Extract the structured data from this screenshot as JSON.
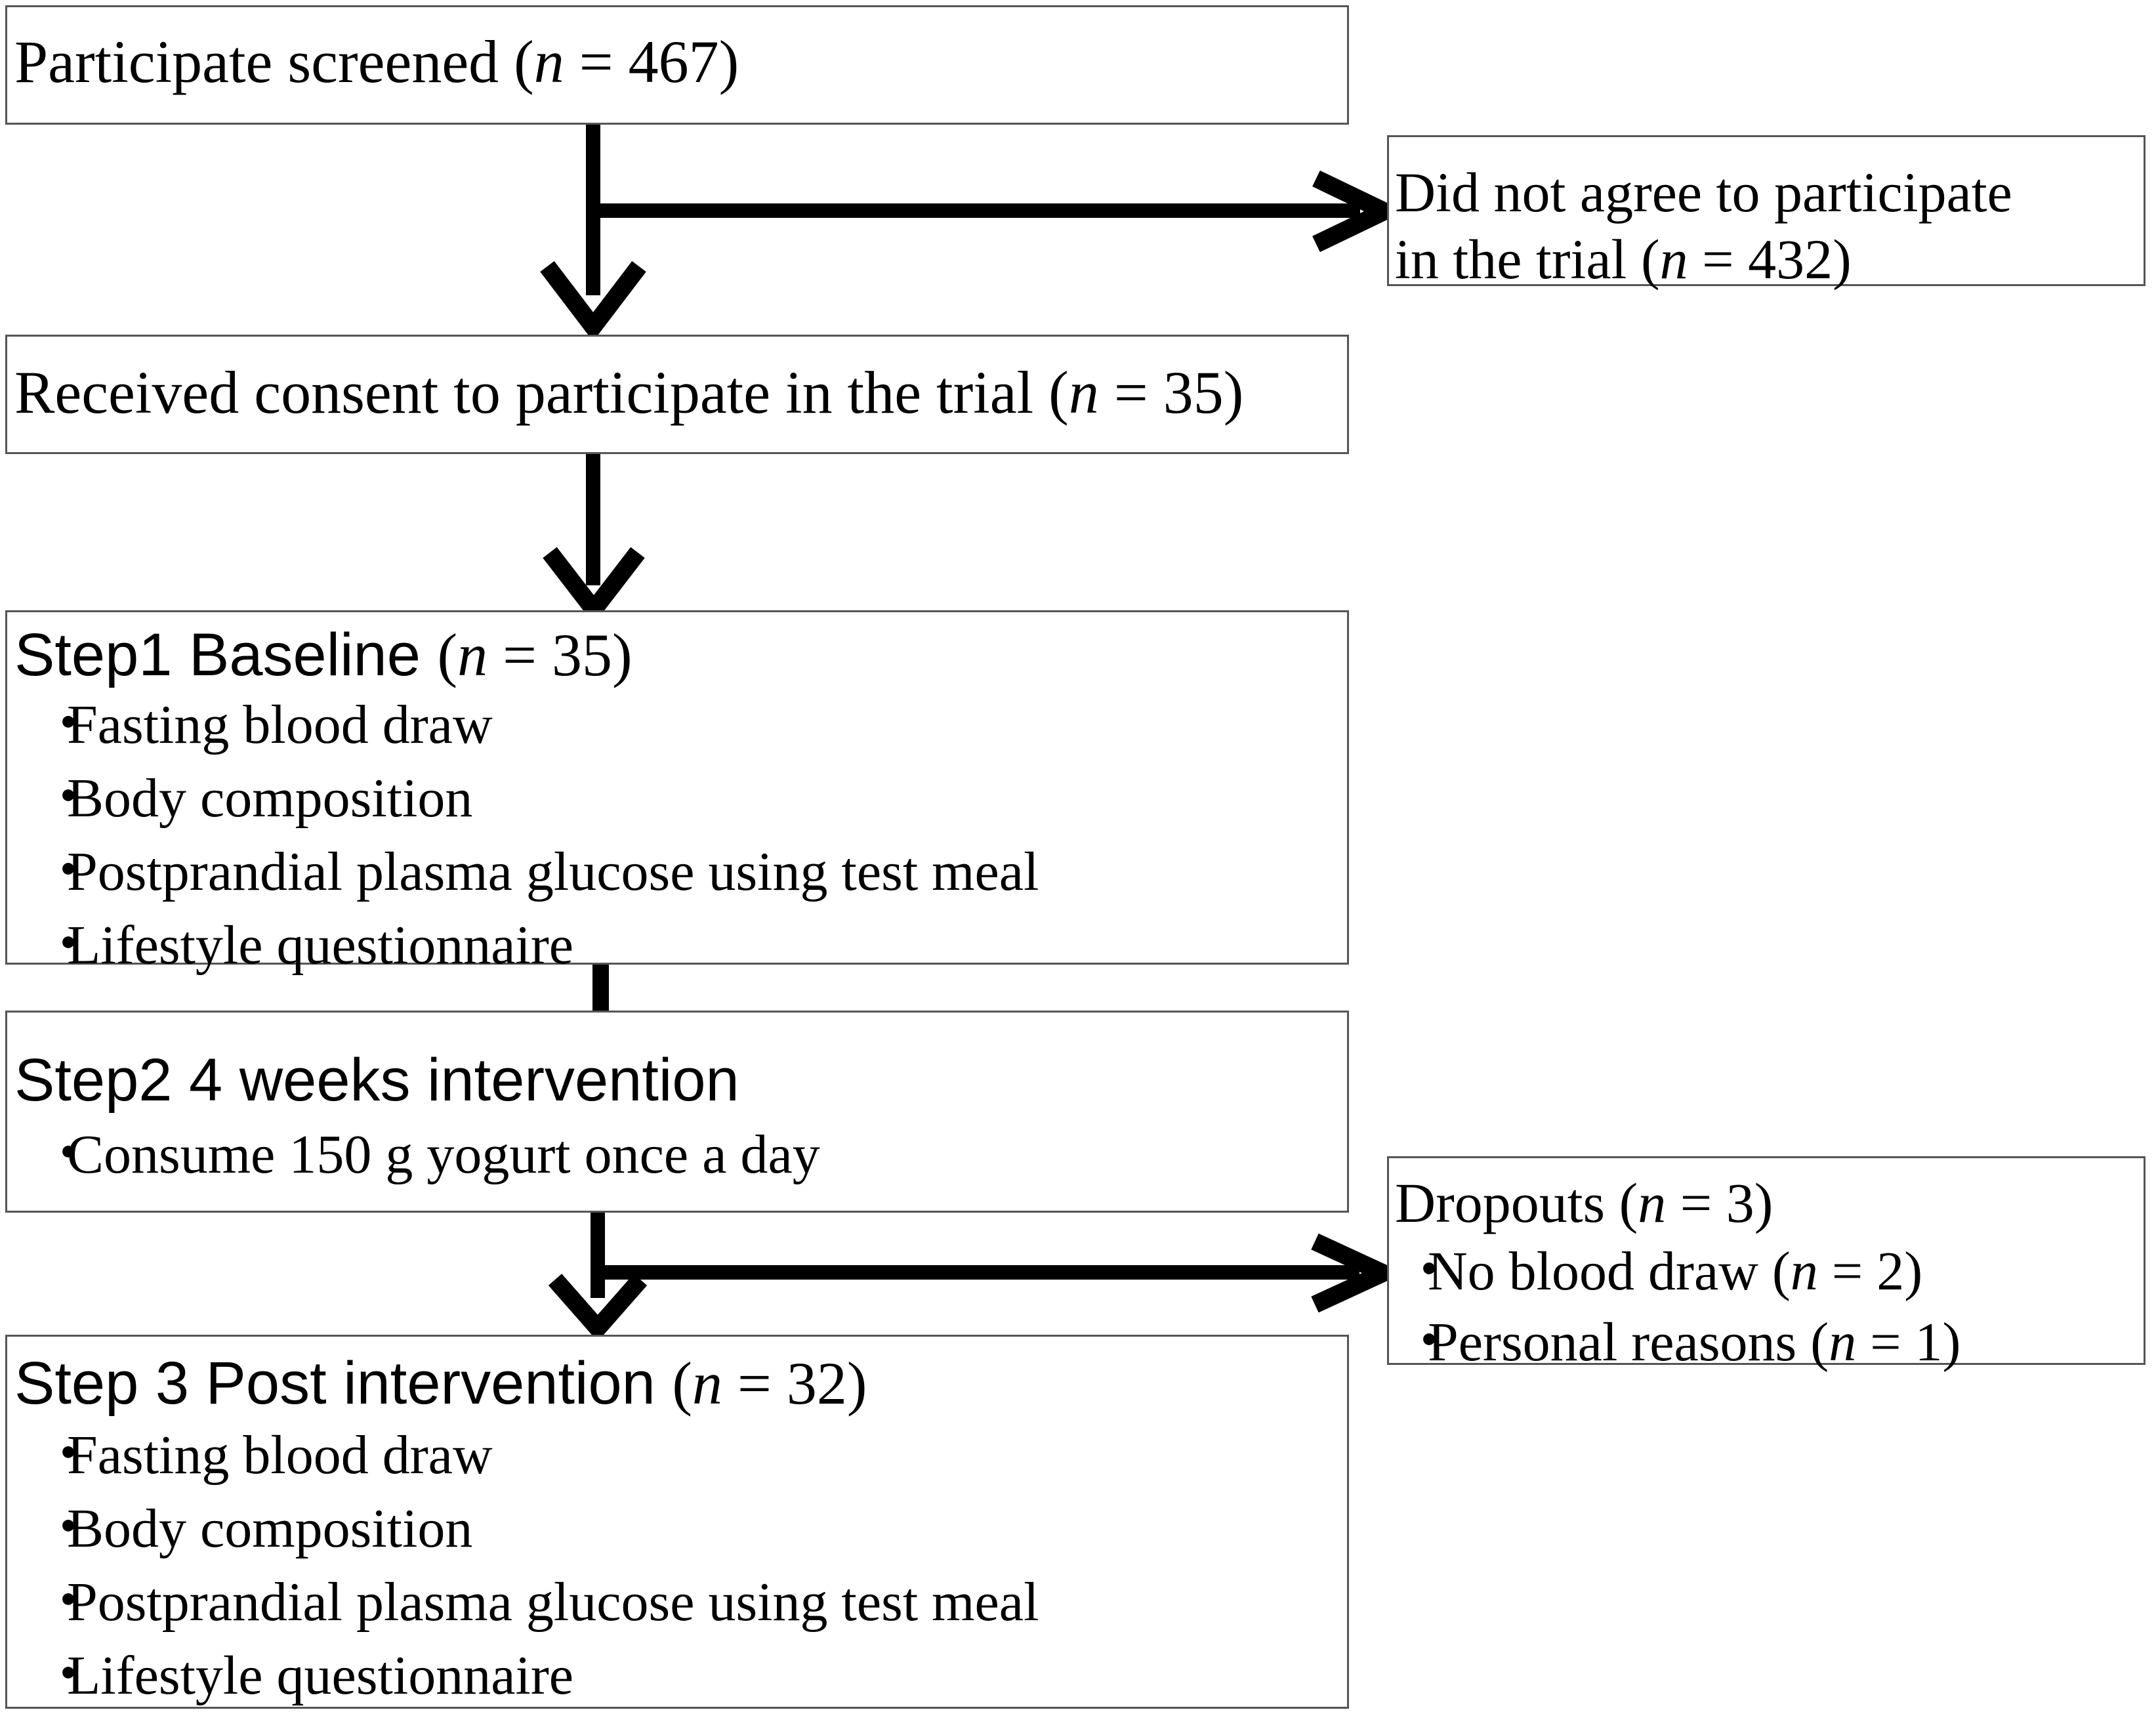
{
  "diagram": {
    "title": "Study participant flow diagram",
    "type": "flowchart",
    "boxes": {
      "screened": {
        "label_prefix": "Participate screened (",
        "label_n": "n",
        "label_eq": " = 467)",
        "full_text": "Participate screened (n = 467)"
      },
      "not_agree": {
        "line1": "Did not agree to participate",
        "line2_prefix": "in the trial (",
        "line2_n": "n",
        "line2_suffix": " = 432)",
        "full_text": "Did not agree to participate in the trial (n = 432)"
      },
      "consent": {
        "label_prefix": "Received consent to participate in the trial (",
        "label_n": "n",
        "label_suffix": " = 35)",
        "full_text": "Received consent to participate in the trial (n = 35)"
      },
      "step1": {
        "heading_sans": "Step1    Baseline ",
        "heading_paren_open": "(",
        "heading_n": "n",
        "heading_suffix": " = 35)",
        "full_heading": "Step1   Baseline (n = 35)",
        "bullets": [
          "Fasting blood draw",
          "Body composition",
          "Postprandial plasma glucose using test meal",
          "Lifestyle questionnaire"
        ]
      },
      "step2": {
        "heading_sans": "Step2    4 weeks intervention",
        "full_heading": "Step2   4 weeks intervention",
        "bullets": [
          "Consume 150 g yogurt once a day"
        ]
      },
      "dropouts": {
        "heading_prefix": "Dropouts (",
        "heading_n": "n",
        "heading_suffix": " = 3)",
        "full_heading": "Dropouts (n = 3)",
        "bullets": [
          {
            "text_prefix": "No blood draw (",
            "n": "n",
            "text_suffix": " = 2)",
            "full": "No blood draw (n = 2)"
          },
          {
            "text_prefix": "Personal reasons (",
            "n": "n",
            "text_suffix": " = 1)",
            "full": "Personal reasons (n = 1)"
          }
        ]
      },
      "step3": {
        "heading_sans": "Step 3    Post intervention ",
        "heading_paren_open": "(",
        "heading_n": "n",
        "heading_suffix": " = 32)",
        "full_heading": "Step 3   Post intervention (n = 32)",
        "bullets": [
          "Fasting blood draw",
          "Body composition",
          "Postprandial plasma glucose using test meal",
          "Lifestyle questionnaire"
        ]
      }
    },
    "bullet_glyph": "・",
    "colors": {
      "box_border": "#555555",
      "connector": "#000000",
      "text": "#000000",
      "background": "#ffffff"
    }
  }
}
